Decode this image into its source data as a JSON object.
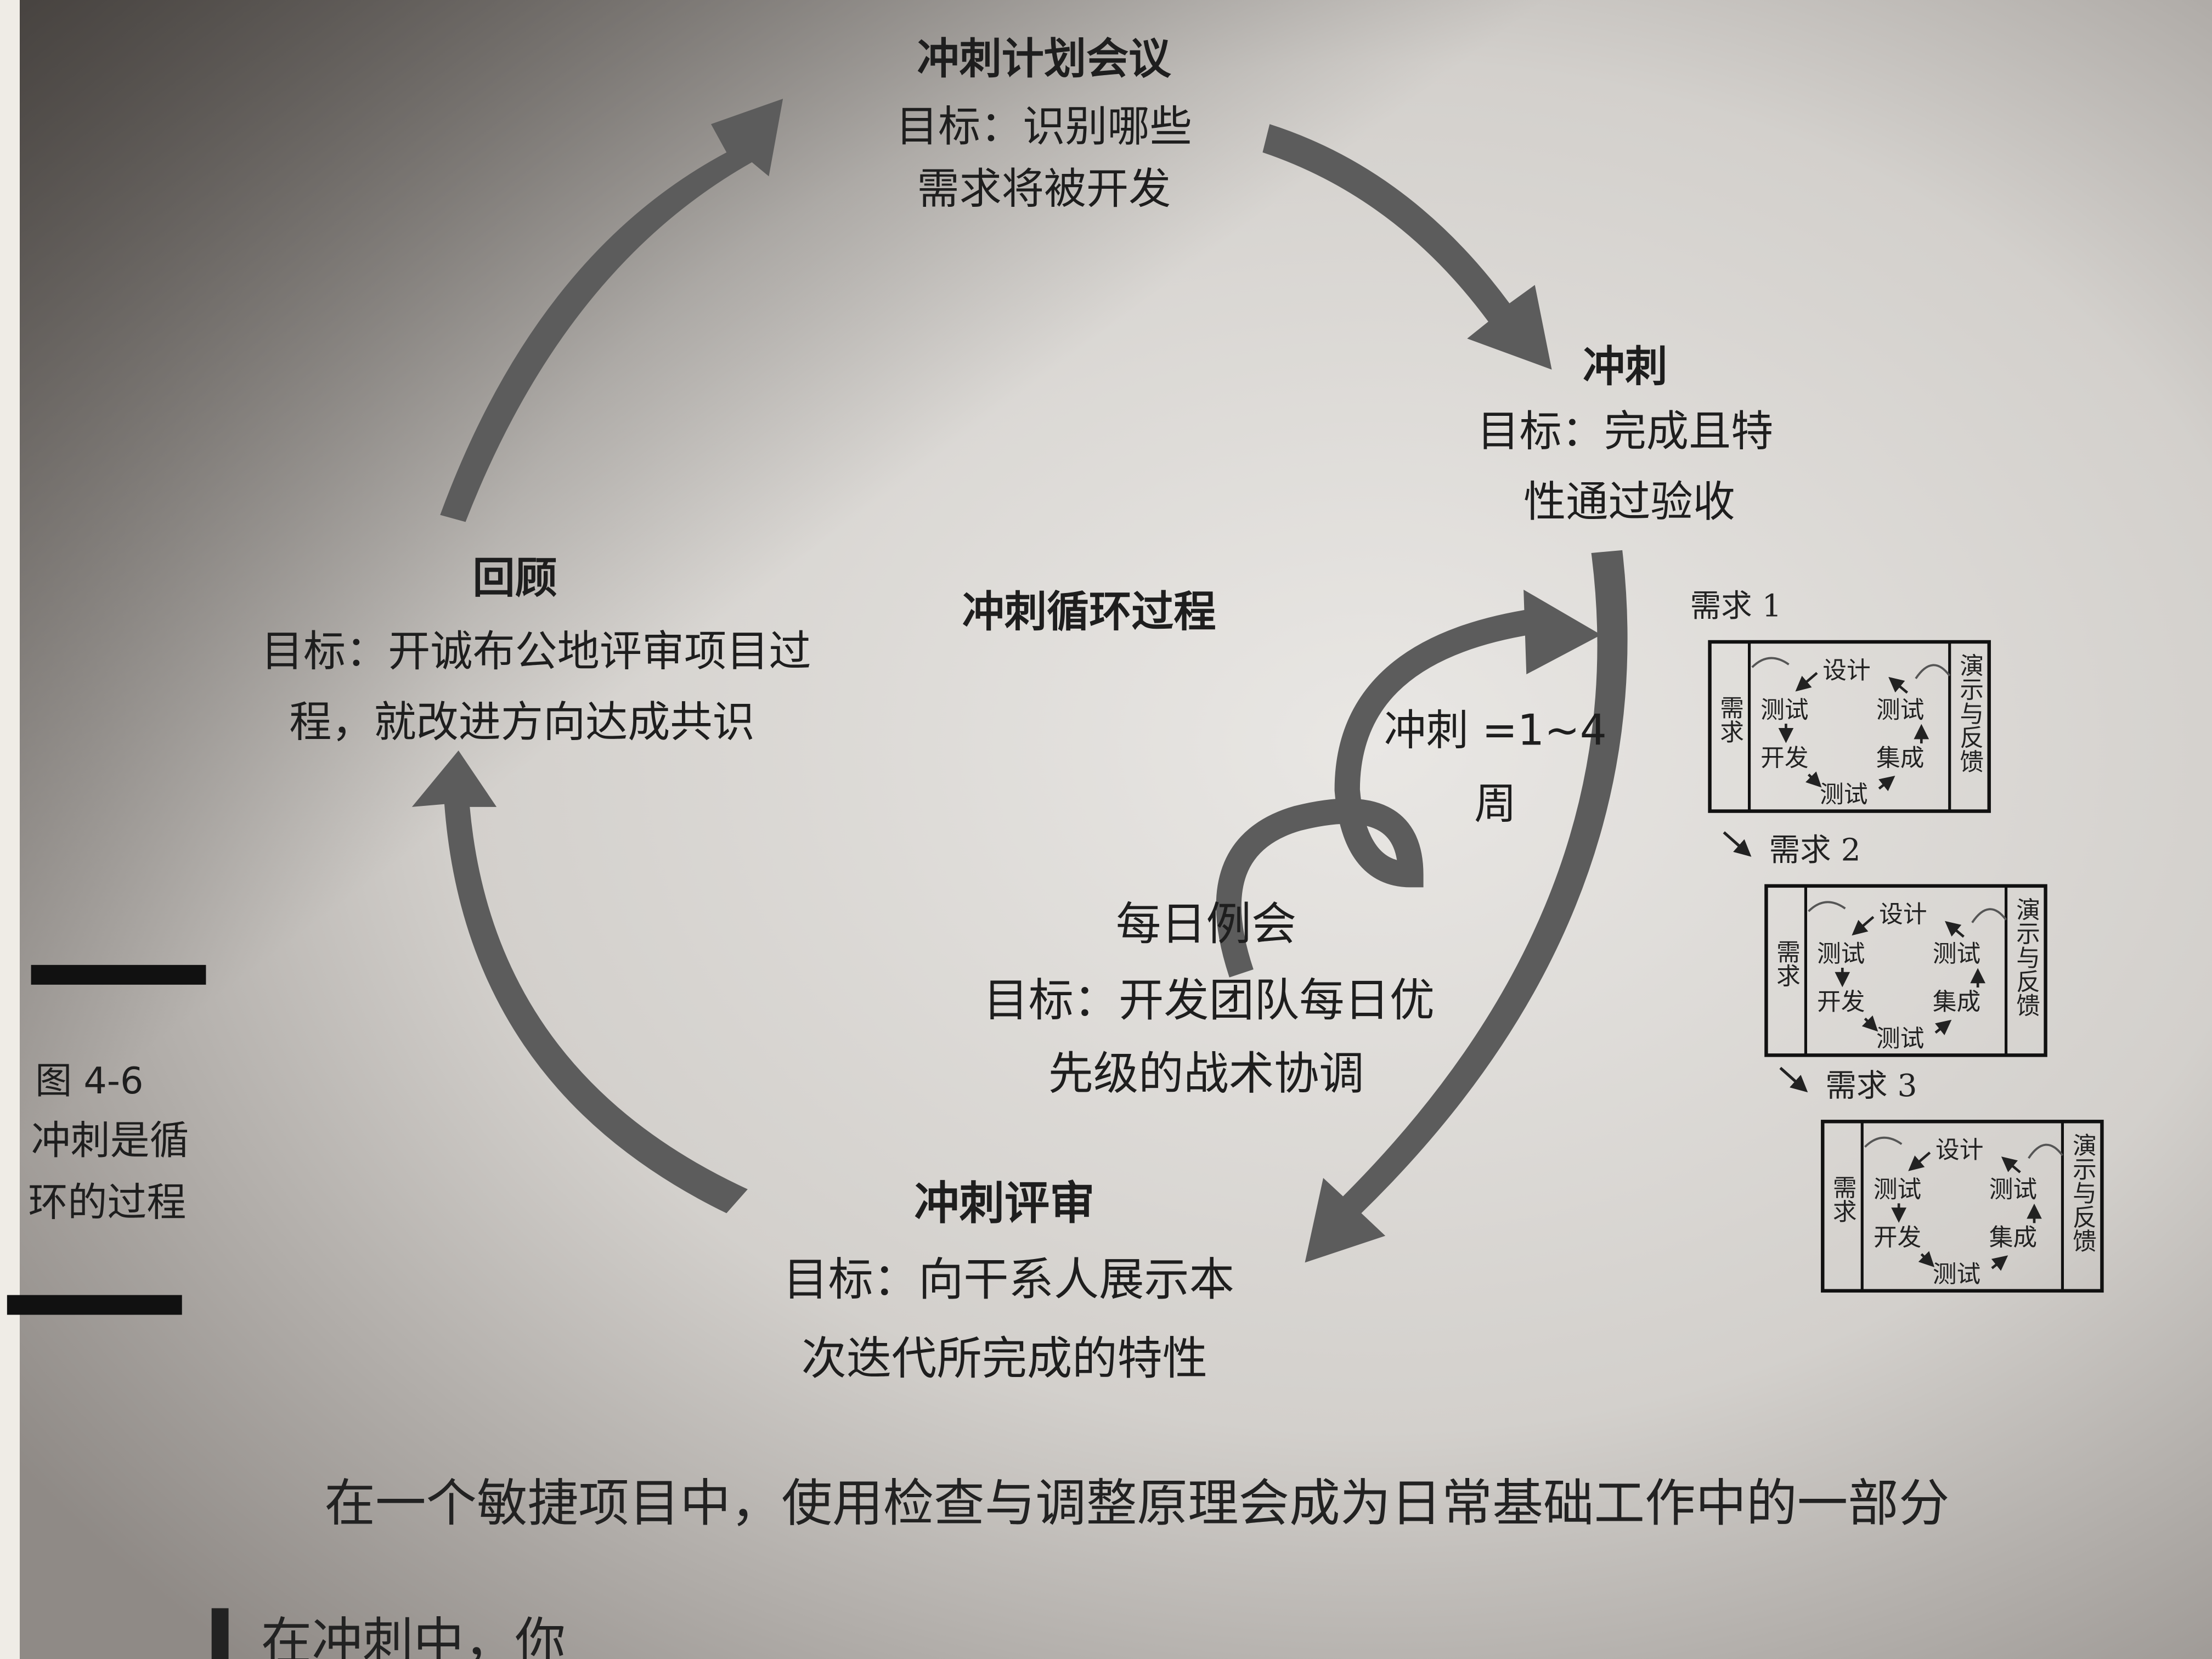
{
  "diagram": {
    "title": "冲刺循环过程",
    "planning": {
      "name": "冲刺计划会议",
      "line1": "目标：识别哪些",
      "line2": "需求将被开发"
    },
    "sprint": {
      "name": "冲刺",
      "line1": "目标：完成且特",
      "line2": "性通过验收"
    },
    "retrospective": {
      "name": "回顾",
      "line1": "目标：开诚布公地评审项目过",
      "line2": "程，就改进方向达成共识"
    },
    "duration": {
      "line1": "冲刺 =1~4",
      "line2": "周"
    },
    "daily": {
      "name": "每日例会",
      "line1": "目标：开发团队每日优",
      "line2": "先级的战术协调"
    },
    "review": {
      "name": "冲刺评审",
      "line1": "目标：向干系人展示本",
      "line2": "次迭代所完成的特性"
    },
    "requirements": [
      {
        "label": "需求 1"
      },
      {
        "label": "需求 2"
      },
      {
        "label": "需求 3"
      }
    ],
    "box": {
      "left": "需求",
      "right": "演示与反馈",
      "design": "设计",
      "test": "测试",
      "develop": "开发",
      "integrate": "集成"
    },
    "arrow_color": "#5c5c5c"
  },
  "caption": {
    "number": "图 4-6",
    "line1": "冲刺是循",
    "line2": "环的过程"
  },
  "body_text": {
    "paragraph": "在一个敏捷项目中，使用检查与调整原理会成为日常基础工作中的一部分",
    "next_line": "在冲刺中，你"
  }
}
